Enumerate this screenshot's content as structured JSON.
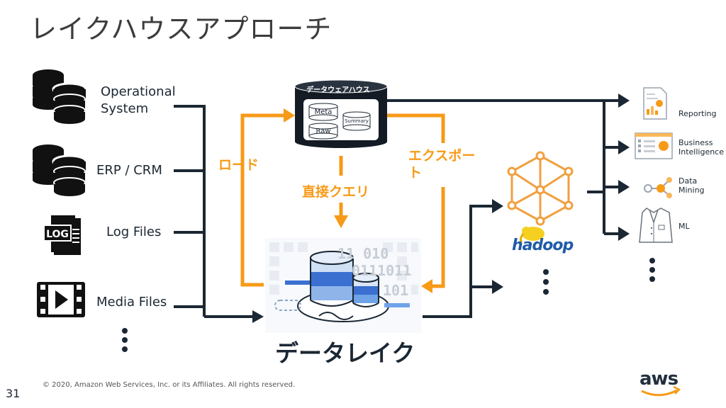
{
  "title": "レイクハウスアプローチ",
  "sources": [
    {
      "label": "Operational\nSystem",
      "icon": "database-icon"
    },
    {
      "label": "ERP / CRM",
      "icon": "database-icon"
    },
    {
      "label": "Log Files",
      "icon": "log-file-icon"
    },
    {
      "label": "Media Files",
      "icon": "media-file-icon"
    }
  ],
  "warehouse": {
    "label": "データウェアハウス",
    "meta": "Meta",
    "raw": "Raw",
    "summary": "Summary"
  },
  "flows": {
    "load": "ロード",
    "direct_query": "直接クエリ",
    "export": "エクスポート"
  },
  "data_lake": {
    "label": "データレイク",
    "binary_1": "11 010",
    "binary_2": "0111011",
    "binary_3": "101"
  },
  "hadoop": {
    "label": "hadoop"
  },
  "outputs": [
    {
      "label": "Reporting",
      "icon": "report-icon"
    },
    {
      "label": "Business\nIntelligence",
      "icon": "dashboard-icon"
    },
    {
      "label": "Data\nMining",
      "icon": "data-mining-icon"
    },
    {
      "label": "ML",
      "icon": "lab-coat-icon"
    }
  ],
  "footer": {
    "copyright": "© 2020, Amazon Web Services, Inc. or its Affiliates. All rights reserved.",
    "page_number": "31",
    "brand": "aws"
  },
  "colors": {
    "navy": "#1b2733",
    "orange": "#f79a17",
    "lake_blue": "#5b8fd8",
    "lake_light": "#cfe0f5",
    "hadoop_orange": "#f0a040"
  }
}
